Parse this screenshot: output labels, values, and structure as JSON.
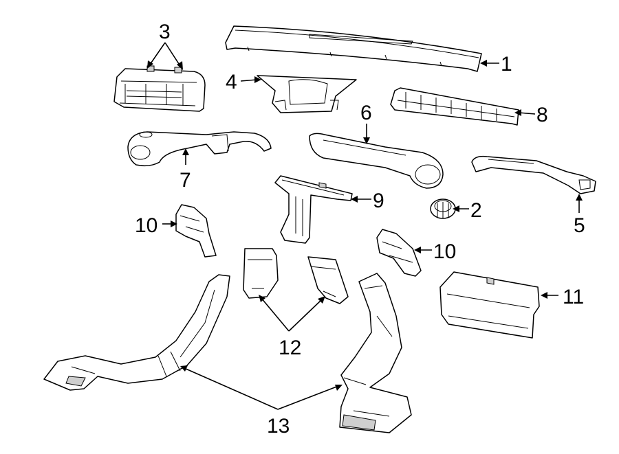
{
  "callouts": {
    "c1": "1",
    "c2": "2",
    "c3": "3",
    "c4": "4",
    "c5": "5",
    "c6": "6",
    "c7": "7",
    "c8": "8",
    "c9": "9",
    "c10a": "10",
    "c10b": "10",
    "c11": "11",
    "c12": "12",
    "c13": "13"
  },
  "colors": {
    "line": "#000000",
    "background": "#ffffff",
    "shade": "#cfcfcf"
  }
}
